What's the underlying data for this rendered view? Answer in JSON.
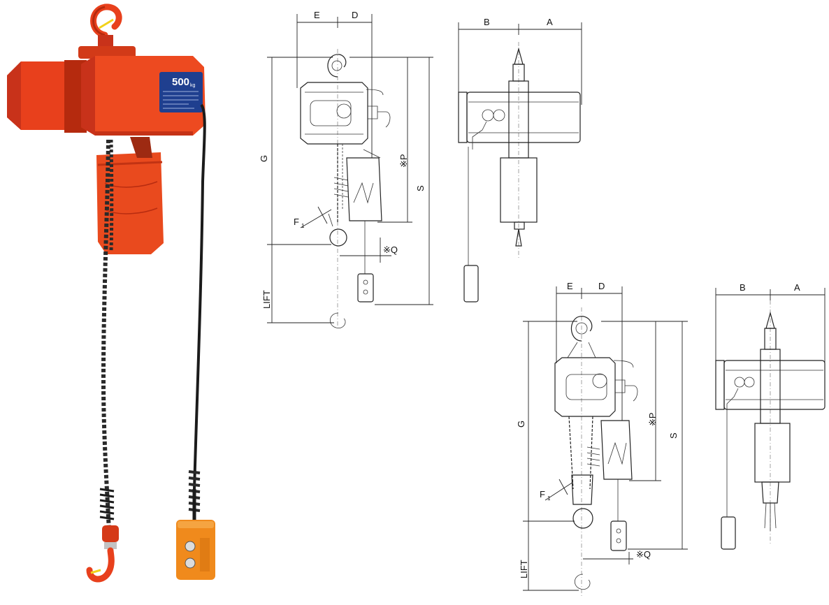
{
  "photo": {
    "capacity_value": "500",
    "capacity_unit": "kg"
  },
  "labels": {
    "A": "A",
    "B": "B",
    "D": "D",
    "E": "E",
    "F": "F",
    "F_sub": "1",
    "G": "G",
    "S": "S",
    "P": "※P",
    "Q": "※Q",
    "LIFT": "LIFT"
  },
  "colors": {
    "hoist_body": "#e8401c",
    "hoist_dark": "#b52a0e",
    "nameplate": "#1f3f8f",
    "chain": "#2a2a2a",
    "pendant": "#f08a1c",
    "line": "#222222"
  }
}
